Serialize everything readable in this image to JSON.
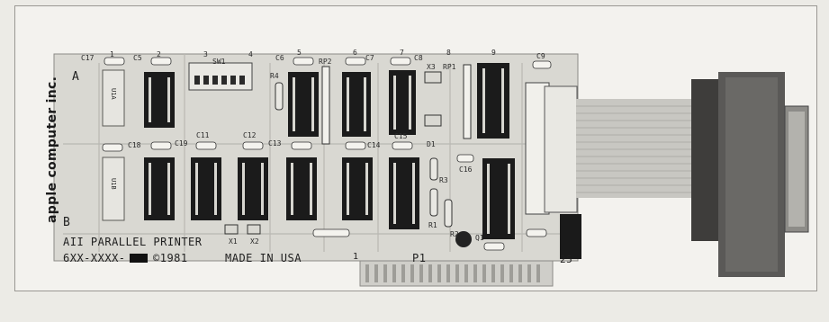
{
  "photo": {
    "brand_text": "apple computer inc.",
    "row_labels": [
      "A",
      "B"
    ],
    "board_title": "AII PARALLEL PRINTER",
    "part_number": "6XX-XXXX-",
    "copyright": "©1981",
    "origin": "MADE IN USA",
    "edge_labels": {
      "pin1": "1",
      "connector": "P1",
      "pin25": "25"
    },
    "socket_labels": [
      "U1A",
      "U1B"
    ],
    "component_labels": [
      "C17",
      "1",
      "C5",
      "2",
      "3",
      "SW1",
      "4",
      "C6",
      "5",
      "RP2",
      "6",
      "C7",
      "C8",
      "C9",
      "R4",
      "X3",
      "RP1",
      "7",
      "8",
      "9",
      "C18",
      "C19",
      "C11",
      "C12",
      "C13",
      "C14",
      "C15",
      "C16",
      "R1",
      "R2",
      "R3",
      "D1",
      "Q1",
      "X1",
      "X2"
    ],
    "colors": {
      "background": "#ecebe6",
      "frame": "#9a9893",
      "board": "#d9d8d2",
      "chip": "#1b1b1b",
      "cable": "#c8c7c2",
      "connector": "#5a5957"
    }
  }
}
